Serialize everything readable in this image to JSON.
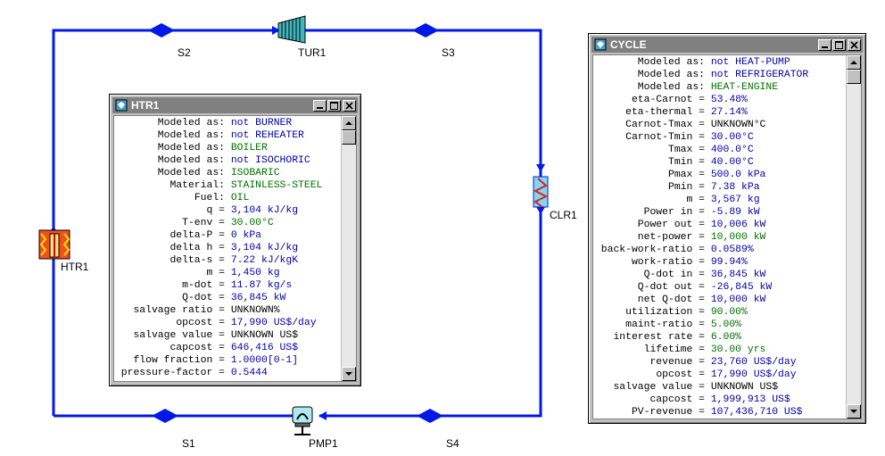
{
  "diagram": {
    "streams": [
      "S2",
      "S3",
      "S1",
      "S4"
    ],
    "components": [
      "TUR1",
      "HTR1",
      "CLR1",
      "PMP1"
    ],
    "line_color": "#0018e8"
  },
  "htr1": {
    "title": "HTR1",
    "rows": [
      {
        "label": "Modeled as:",
        "value": "not BURNER",
        "color": "blue"
      },
      {
        "label": "Modeled as:",
        "value": "not REHEATER",
        "color": "blue"
      },
      {
        "label": "Modeled as:",
        "value": "BOILER",
        "color": "green"
      },
      {
        "label": "Modeled as:",
        "value": "not ISOCHORIC",
        "color": "blue"
      },
      {
        "label": "Modeled as:",
        "value": "ISOBARIC",
        "color": "green"
      },
      {
        "label": "Material:",
        "value": "STAINLESS-STEEL",
        "color": "green"
      },
      {
        "label": "Fuel:",
        "value": "OIL",
        "color": "green"
      },
      {
        "label": "q =",
        "value": "3,104 kJ/kg",
        "color": "blue"
      },
      {
        "label": "T-env =",
        "value": "30.00°C",
        "color": "green"
      },
      {
        "label": "delta-P =",
        "value": "0 kPa",
        "color": "blue"
      },
      {
        "label": "delta h =",
        "value": "3,104 kJ/kg",
        "color": "blue"
      },
      {
        "label": "delta-s =",
        "value": "7.22 kJ/kgK",
        "color": "blue"
      },
      {
        "label": "m =",
        "value": "1,450 kg",
        "color": "blue"
      },
      {
        "label": "m-dot =",
        "value": "11.87 kg/s",
        "color": "blue"
      },
      {
        "label": "Q-dot =",
        "value": "36,845 kW",
        "color": "blue"
      },
      {
        "label": "salvage ratio =",
        "value": "UNKNOWN%",
        "color": "black"
      },
      {
        "label": "opcost =",
        "value": "17,990 US$/day",
        "color": "blue"
      },
      {
        "label": "salvage value =",
        "value": "UNKNOWN US$",
        "color": "black"
      },
      {
        "label": "capcost =",
        "value": "646,416 US$",
        "color": "blue"
      },
      {
        "label": "flow fraction =",
        "value": "1.0000[0-1]",
        "color": "blue"
      },
      {
        "label": "pressure-factor =",
        "value": "0.5444",
        "color": "blue"
      }
    ]
  },
  "cycle": {
    "title": "CYCLE",
    "rows": [
      {
        "label": "Modeled as:",
        "value": "not HEAT-PUMP",
        "color": "blue"
      },
      {
        "label": "Modeled as:",
        "value": "not REFRIGERATOR",
        "color": "blue"
      },
      {
        "label": "Modeled as:",
        "value": "HEAT-ENGINE",
        "color": "green"
      },
      {
        "label": "eta-Carnot =",
        "value": "53.48%",
        "color": "blue"
      },
      {
        "label": "eta-thermal =",
        "value": "27.14%",
        "color": "blue"
      },
      {
        "label": "Carnot-Tmax =",
        "value": "UNKNOWN°C",
        "color": "black"
      },
      {
        "label": "Carnot-Tmin =",
        "value": "30.00°C",
        "color": "blue"
      },
      {
        "label": "Tmax =",
        "value": "400.0°C",
        "color": "blue"
      },
      {
        "label": "Tmin =",
        "value": "40.00°C",
        "color": "blue"
      },
      {
        "label": "Pmax =",
        "value": "500.0 kPa",
        "color": "blue"
      },
      {
        "label": "Pmin =",
        "value": "7.38 kPa",
        "color": "blue"
      },
      {
        "label": "m =",
        "value": "3,567 kg",
        "color": "blue"
      },
      {
        "label": "Power in =",
        "value": "-5.89 kW",
        "color": "blue"
      },
      {
        "label": "Power out =",
        "value": "10,006 kW",
        "color": "blue"
      },
      {
        "label": "net-power =",
        "value": "10,000 kW",
        "color": "green"
      },
      {
        "label": "back-work-ratio =",
        "value": "0.0589%",
        "color": "blue"
      },
      {
        "label": "work-ratio =",
        "value": "99.94%",
        "color": "blue"
      },
      {
        "label": "Q-dot in =",
        "value": "36,845 kW",
        "color": "blue"
      },
      {
        "label": "Q-dot out =",
        "value": "-26,845 kW",
        "color": "blue"
      },
      {
        "label": "net Q-dot =",
        "value": "10,000 kW",
        "color": "blue"
      },
      {
        "label": "utilization =",
        "value": "90.00%",
        "color": "green"
      },
      {
        "label": "maint-ratio =",
        "value": "5.00%",
        "color": "green"
      },
      {
        "label": "interest rate =",
        "value": "6.00%",
        "color": "green"
      },
      {
        "label": "lifetime =",
        "value": "30.00 yrs",
        "color": "green"
      },
      {
        "label": "revenue =",
        "value": "23,760 US$/day",
        "color": "blue"
      },
      {
        "label": "opcost =",
        "value": "17,990 US$/day",
        "color": "blue"
      },
      {
        "label": "salvage value =",
        "value": "UNKNOWN US$",
        "color": "black"
      },
      {
        "label": "capcost =",
        "value": "1,999,913 US$",
        "color": "blue"
      },
      {
        "label": "PV-revenue =",
        "value": "107,436,710 US$",
        "color": "blue"
      }
    ]
  }
}
